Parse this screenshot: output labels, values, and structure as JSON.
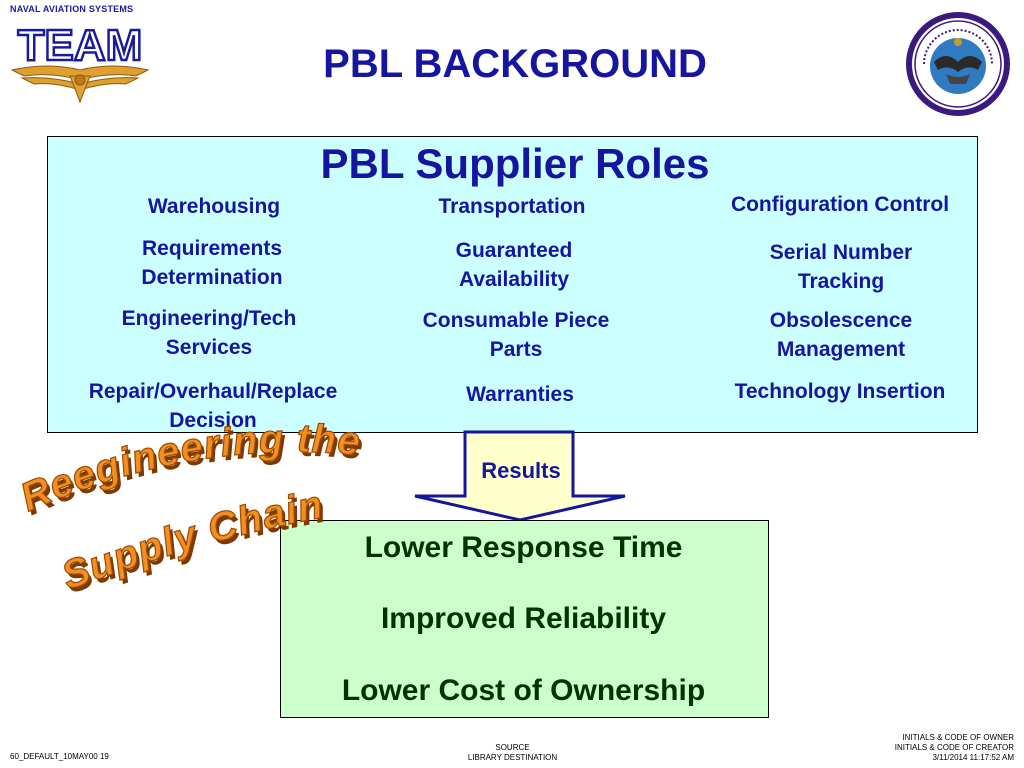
{
  "header": {
    "org_name": "NAVAL AVIATION SYSTEMS",
    "logo_text": "TEAM",
    "title": "PBL BACKGROUND"
  },
  "roles": {
    "title": "PBL Supplier Roles",
    "col1": [
      "Warehousing",
      "Requirements\nDetermination",
      "Engineering/Tech\nServices",
      "Repair/Overhaul/Replace\nDecision"
    ],
    "col2": [
      "Transportation",
      "Guaranteed\nAvailability",
      "Consumable Piece\nParts",
      "Warranties"
    ],
    "col3": [
      "Configuration Control",
      "Serial Number\nTracking",
      "Obsolescence\nManagement",
      "Technology Insertion"
    ]
  },
  "arrow_label": "Results",
  "wordart": {
    "line1": "Reegineering the",
    "line2": "Supply Chain"
  },
  "outcomes": [
    "Lower Response Time",
    "Improved Reliability",
    "Lower Cost of Ownership"
  ],
  "footer": {
    "left": "60_DEFAULT_10MAY00   19",
    "center_line1": "SOURCE",
    "center_line2": "LIBRARY DESTINATION",
    "right_line1": "INITIALS & CODE OF OWNER",
    "right_line2": "INITIALS & CODE OF CREATOR",
    "right_line3": "3/11/2014 11:17:52 AM"
  },
  "colors": {
    "title_blue": "#1515a0",
    "roles_bg": "#ccffff",
    "outcomes_bg": "#ccffcc",
    "outcomes_text": "#003300",
    "arrow_fill": "#ffffcc",
    "wordart_fill": "#f09020"
  }
}
